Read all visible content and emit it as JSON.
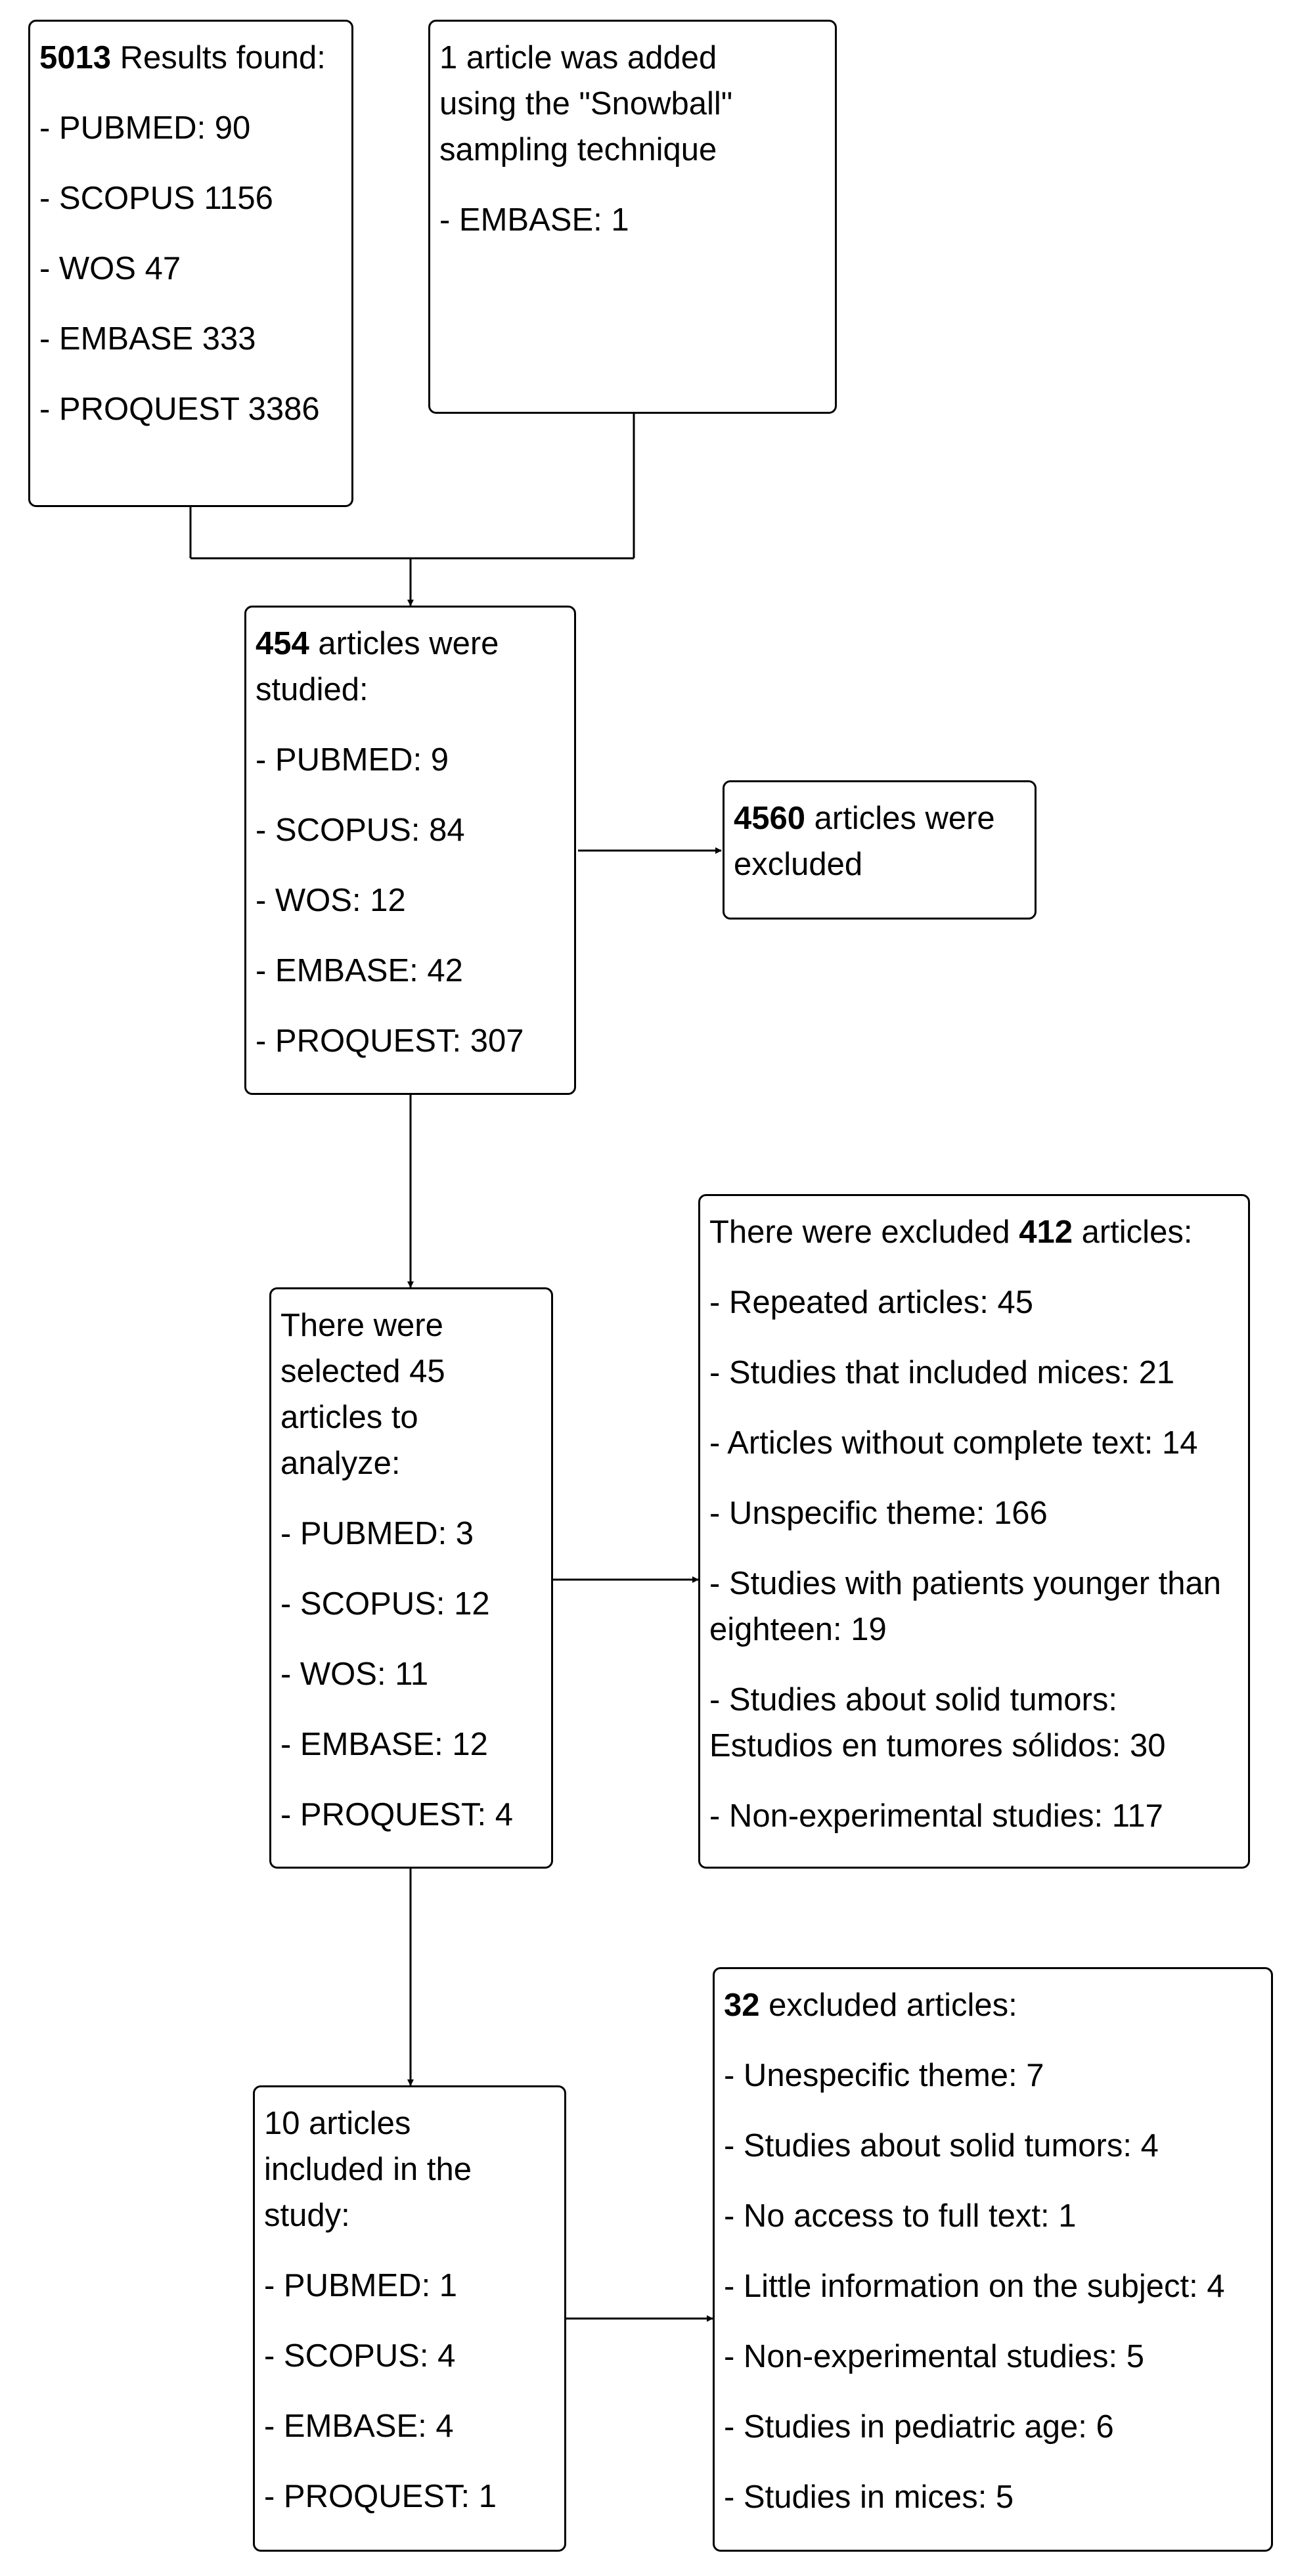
{
  "search_results": {
    "heading_count": "5013",
    "heading_text": "Results found:",
    "items": [
      "- PUBMED: 90",
      "- SCOPUS 1156",
      "- WOS 47",
      "- EMBASE 333",
      "- PROQUEST 3386"
    ]
  },
  "snowball": {
    "heading_text": "1 article was added using the \"Snowball\" sampling technique",
    "items": [
      "- EMBASE: 1"
    ]
  },
  "studied": {
    "heading_count": "454",
    "heading_text": "articles were studied:",
    "items": [
      "- PUBMED: 9",
      "- SCOPUS: 84",
      "- WOS: 12",
      "- EMBASE: 42",
      "- PROQUEST: 307"
    ]
  },
  "excluded_first": {
    "heading_count": "4560",
    "heading_text": "articles were excluded"
  },
  "selected": {
    "heading_text": "There were selected 45 articles to analyze:",
    "items": [
      "- PUBMED: 3",
      "- SCOPUS: 12",
      "- WOS: 11",
      "- EMBASE: 12",
      "- PROQUEST: 4"
    ]
  },
  "excluded_second": {
    "heading_prefix": "There were excluded",
    "heading_count": "412",
    "heading_suffix": "articles:",
    "items": [
      "- Repeated articles: 45",
      "- Studies that included mices: 21",
      "- Articles without complete text: 14",
      "- Unspecific theme: 166",
      "- Studies with patients younger than eighteen: 19",
      "- Studies about solid tumors: Estudios en tumores sólidos: 30",
      "- Non-experimental studies: 117"
    ]
  },
  "included": {
    "heading_text": "10 articles included in the study:",
    "items": [
      "- PUBMED: 1",
      "- SCOPUS: 4",
      "- EMBASE: 4",
      "- PROQUEST: 1"
    ]
  },
  "excluded_third": {
    "heading_count": "32",
    "heading_text": "excluded articles:",
    "items": [
      "- Unespecific theme: 7",
      "- Studies about solid tumors: 4",
      "- No access to full text: 1",
      "- Little information on the subject: 4",
      "- Non-experimental studies: 5",
      "- Studies in pediatric age: 6",
      "- Studies in mices: 5"
    ]
  }
}
